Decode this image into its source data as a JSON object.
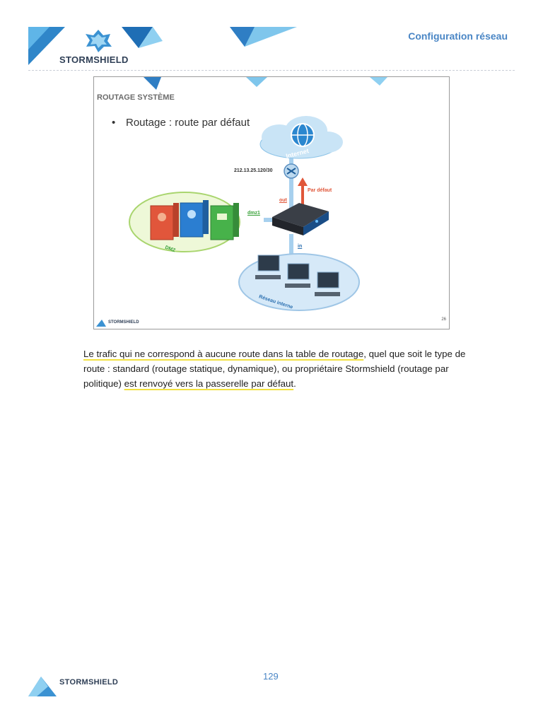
{
  "header": {
    "section_title": "Configuration réseau",
    "brand": "STORMSHIELD"
  },
  "slide": {
    "title": "ROUTAGE SYSTÈME",
    "bullet": "Routage : route par défaut",
    "labels": {
      "internet": "Internet",
      "ip": "212.13.25.120/30",
      "par_defaut": "Par défaut",
      "out": "out",
      "dmz1": "dmz1",
      "dmz": "DMZ",
      "in": "in",
      "reseau_interne": "Réseau interne"
    },
    "page_number": "26",
    "footer_brand": "STORMSHIELD"
  },
  "body": {
    "part1": "Le trafic qui ne correspond à aucune route dans la table de routage",
    "part2": ", quel que soit le type de route : standard (routage statique, dynamique), ou propriétaire Stormshield (routage par politique) ",
    "part3": "est renvoyé vers la passerelle par défaut",
    "part4": "."
  },
  "footer": {
    "page_number": "129",
    "brand": "STORMSHIELD"
  },
  "colors": {
    "brand_blue": "#4a86c5",
    "highlight": "#f2e140",
    "arrow_red": "#e0573a",
    "green_label": "#3aa23a",
    "blue_label": "#2a6fb0"
  }
}
